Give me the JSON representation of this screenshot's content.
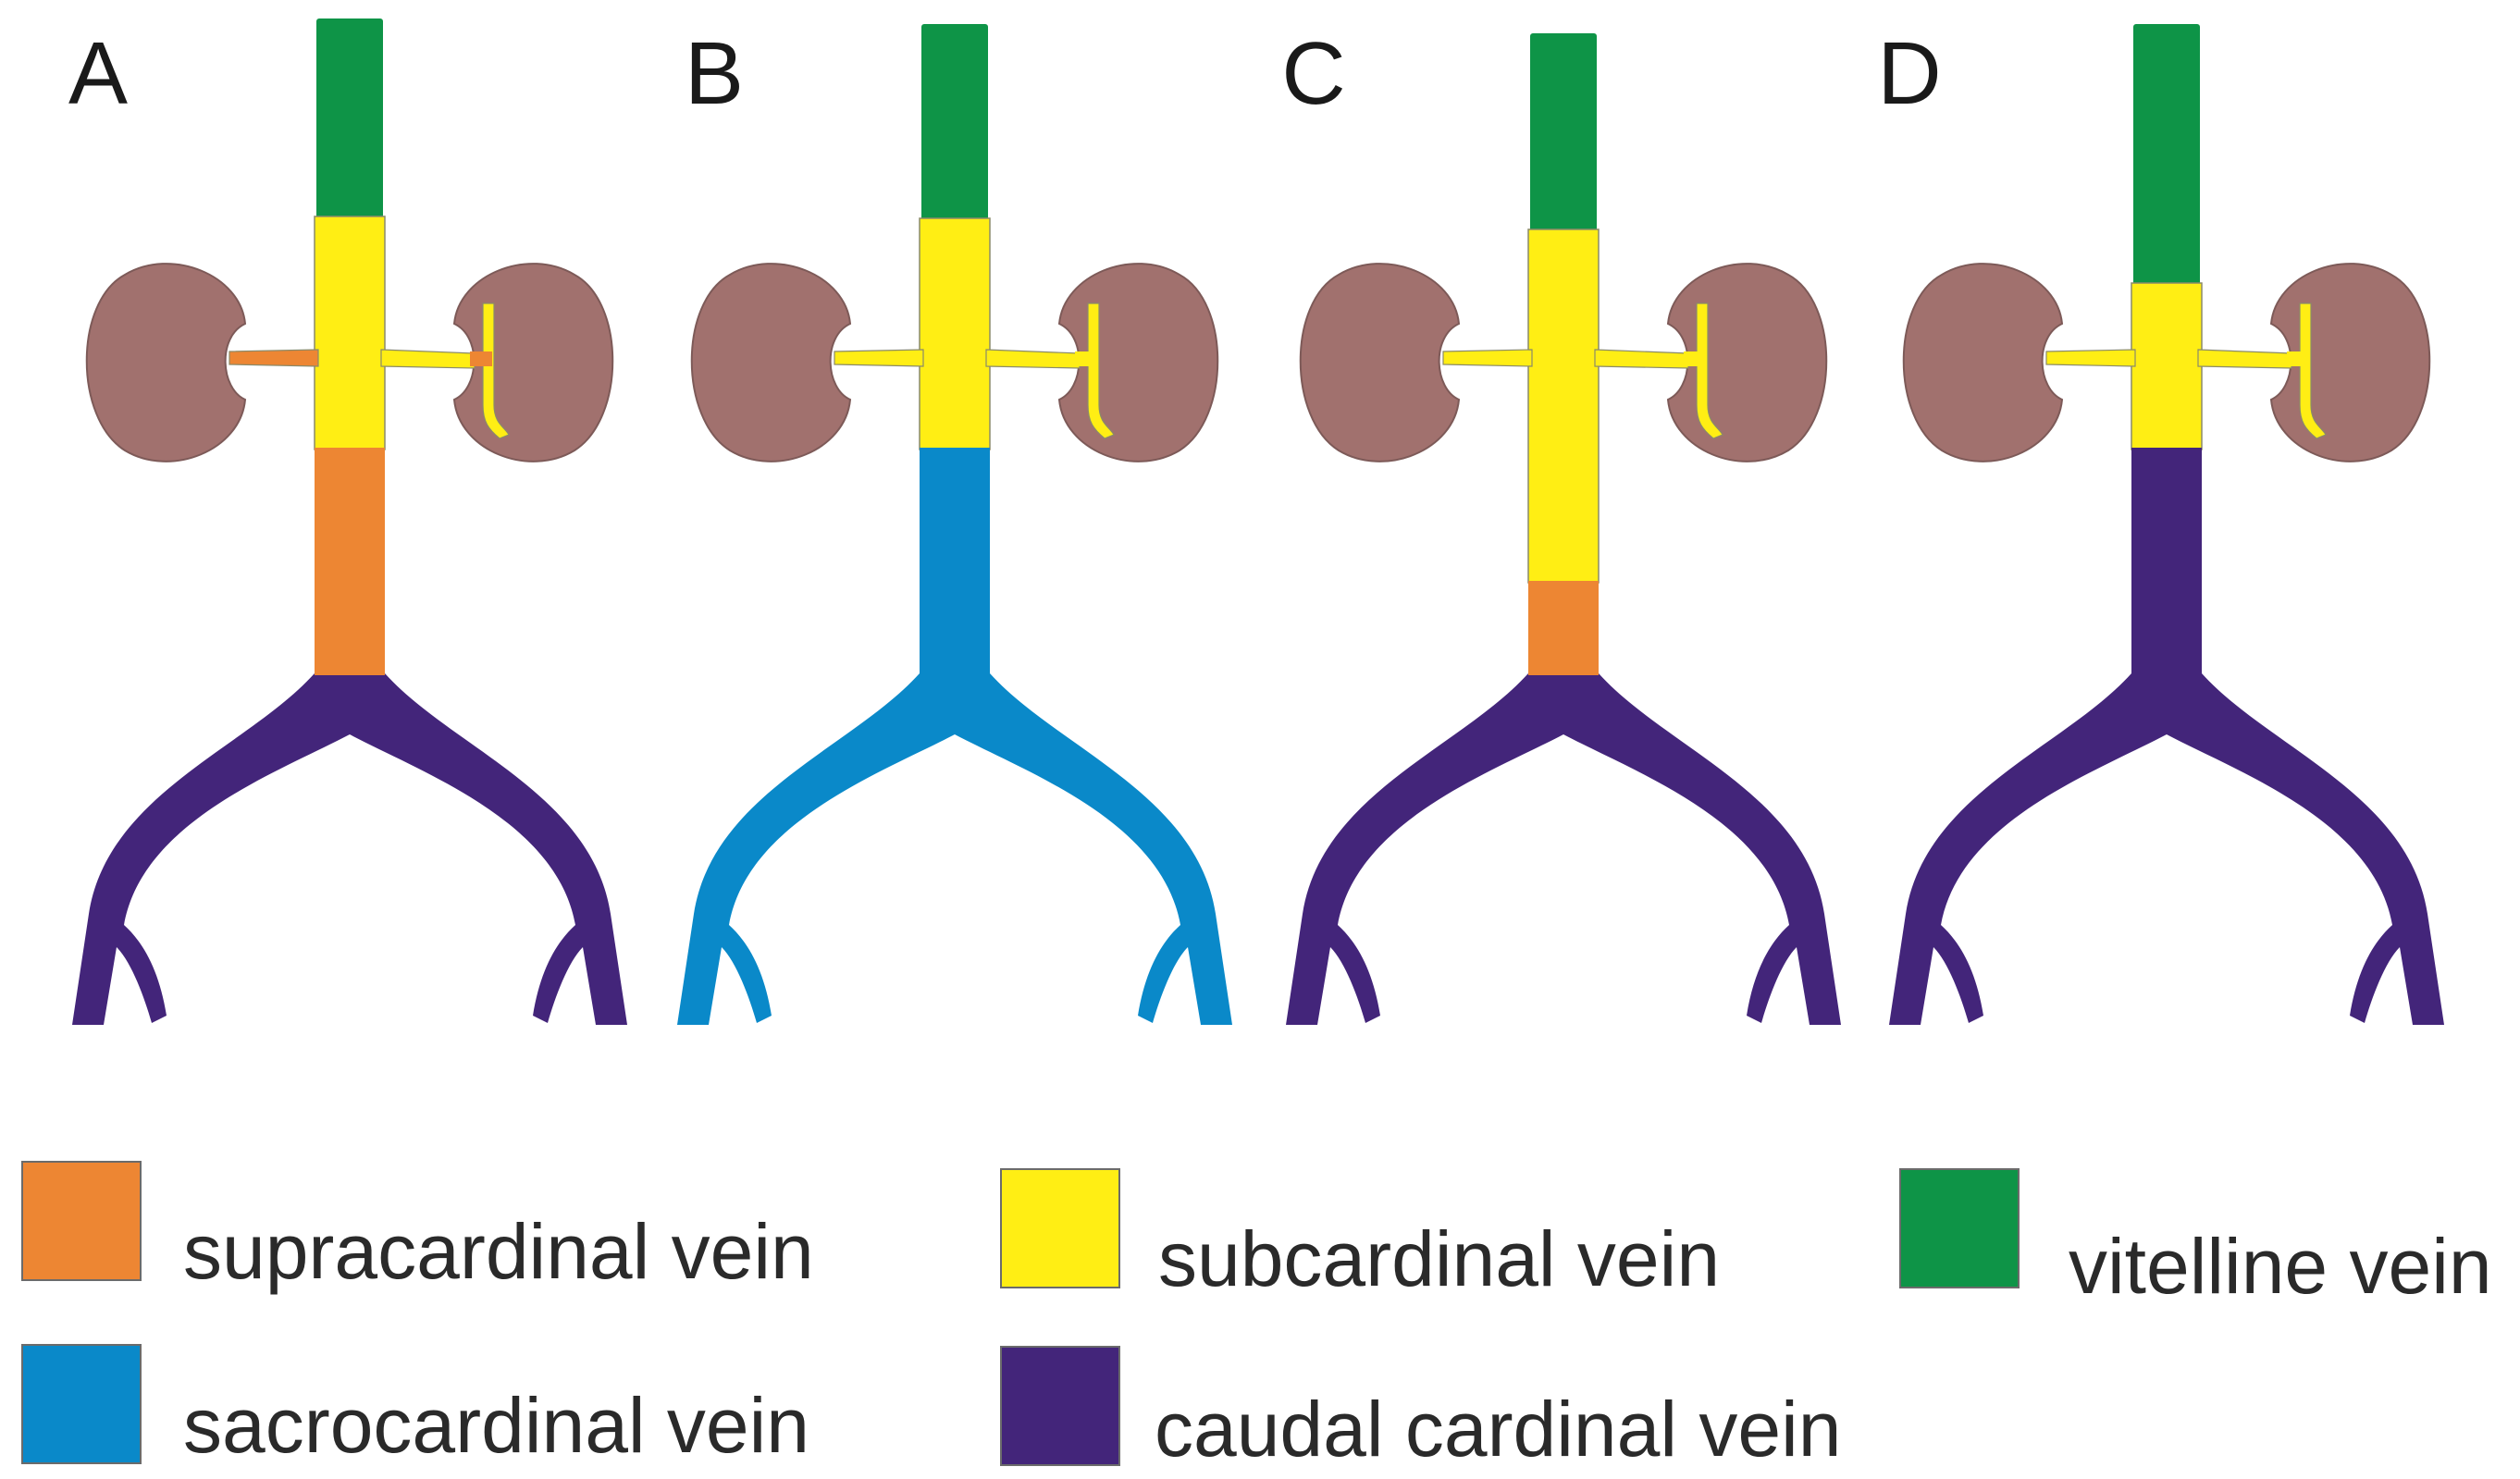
{
  "colors": {
    "supracardinal": "#ED8633",
    "sacrocardinal": "#0A89C9",
    "subcardinal": "#FFEE14",
    "caudal_cardinal": "#43257A",
    "vitelline": "#0E9447",
    "kidney": "#A1716E",
    "outline": "#8a8a6a"
  },
  "panels": [
    {
      "label": "A",
      "top": "vitelline",
      "mid": "subcardinal",
      "low": "supracardinal",
      "fork": "caudal_cardinal",
      "left_renal": "supracardinal"
    },
    {
      "label": "B",
      "top": "vitelline",
      "mid": "subcardinal",
      "low": "sacrocardinal",
      "fork": "sacrocardinal",
      "left_renal": "subcardinal"
    },
    {
      "label": "C",
      "top": "vitelline",
      "mid": "subcardinal",
      "low": "supracardinal",
      "fork": "caudal_cardinal",
      "left_renal": "subcardinal"
    },
    {
      "label": "D",
      "top": "vitelline",
      "mid": "subcardinal",
      "low": "caudal_cardinal",
      "fork": "caudal_cardinal",
      "left_renal": "subcardinal"
    }
  ],
  "legend": [
    {
      "key": "supracardinal",
      "label": "supracardinal vein",
      "color": "#ED8633"
    },
    {
      "key": "subcardinal",
      "label": "subcardinal vein",
      "color": "#FFEE14"
    },
    {
      "key": "vitelline",
      "label": "vitelline vein",
      "color": "#0E9447"
    },
    {
      "key": "sacrocardinal",
      "label": "sacrocardinal vein",
      "color": "#0A89C9"
    },
    {
      "key": "caudal_cardinal",
      "label": "caudal cardinal vein",
      "color": "#43257A"
    }
  ]
}
